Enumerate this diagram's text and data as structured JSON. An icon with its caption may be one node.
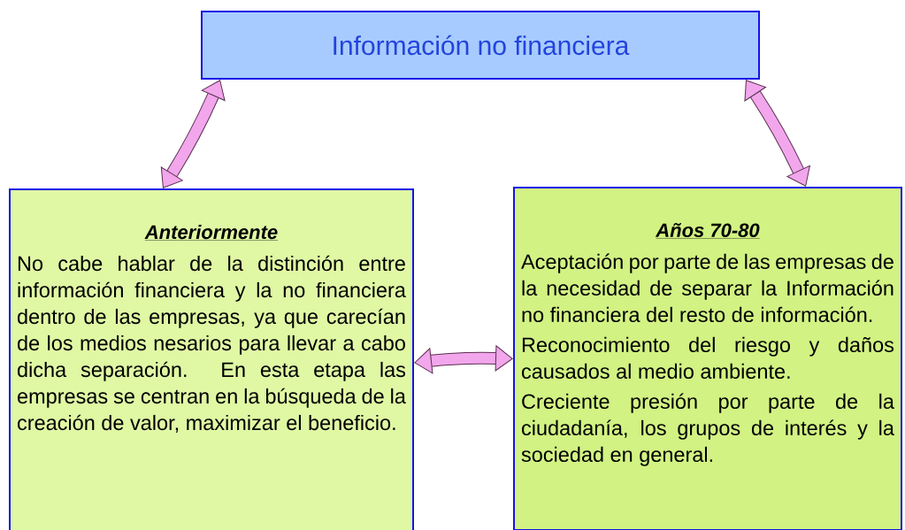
{
  "diagram": {
    "nodes": [
      {
        "text": [
          "Información no financiera"
        ]
      },
      {
        "text": [
          "Anteriormente",
          "No cabe hablar de la distinción entre información financiera y la no financiera dentro de las empresas, ya que carecían de los medios nesarios para llevar a cabo dicha separación. En esta etapa las empresas se centran en la búsqueda de la creación de valor, maximizar el beneficio."
        ]
      },
      {
        "text": [
          "Años 70-80",
          "Aceptación por parte de las empresas de la necesidad de separar la Información no financiera del resto de información.",
          "Reconocimiento del riesgo y daños causados al medio ambiente.",
          "Creciente presión por parte de la ciudadanía, los grupos de interés y la sociedad en general."
        ]
      }
    ],
    "edges": [
      {
        "from": 0,
        "to": 1,
        "arrow": "both"
      },
      {
        "from": 0,
        "to": 2,
        "arrow": "both"
      },
      {
        "from": 1,
        "to": 2,
        "arrow": "both"
      }
    ]
  }
}
